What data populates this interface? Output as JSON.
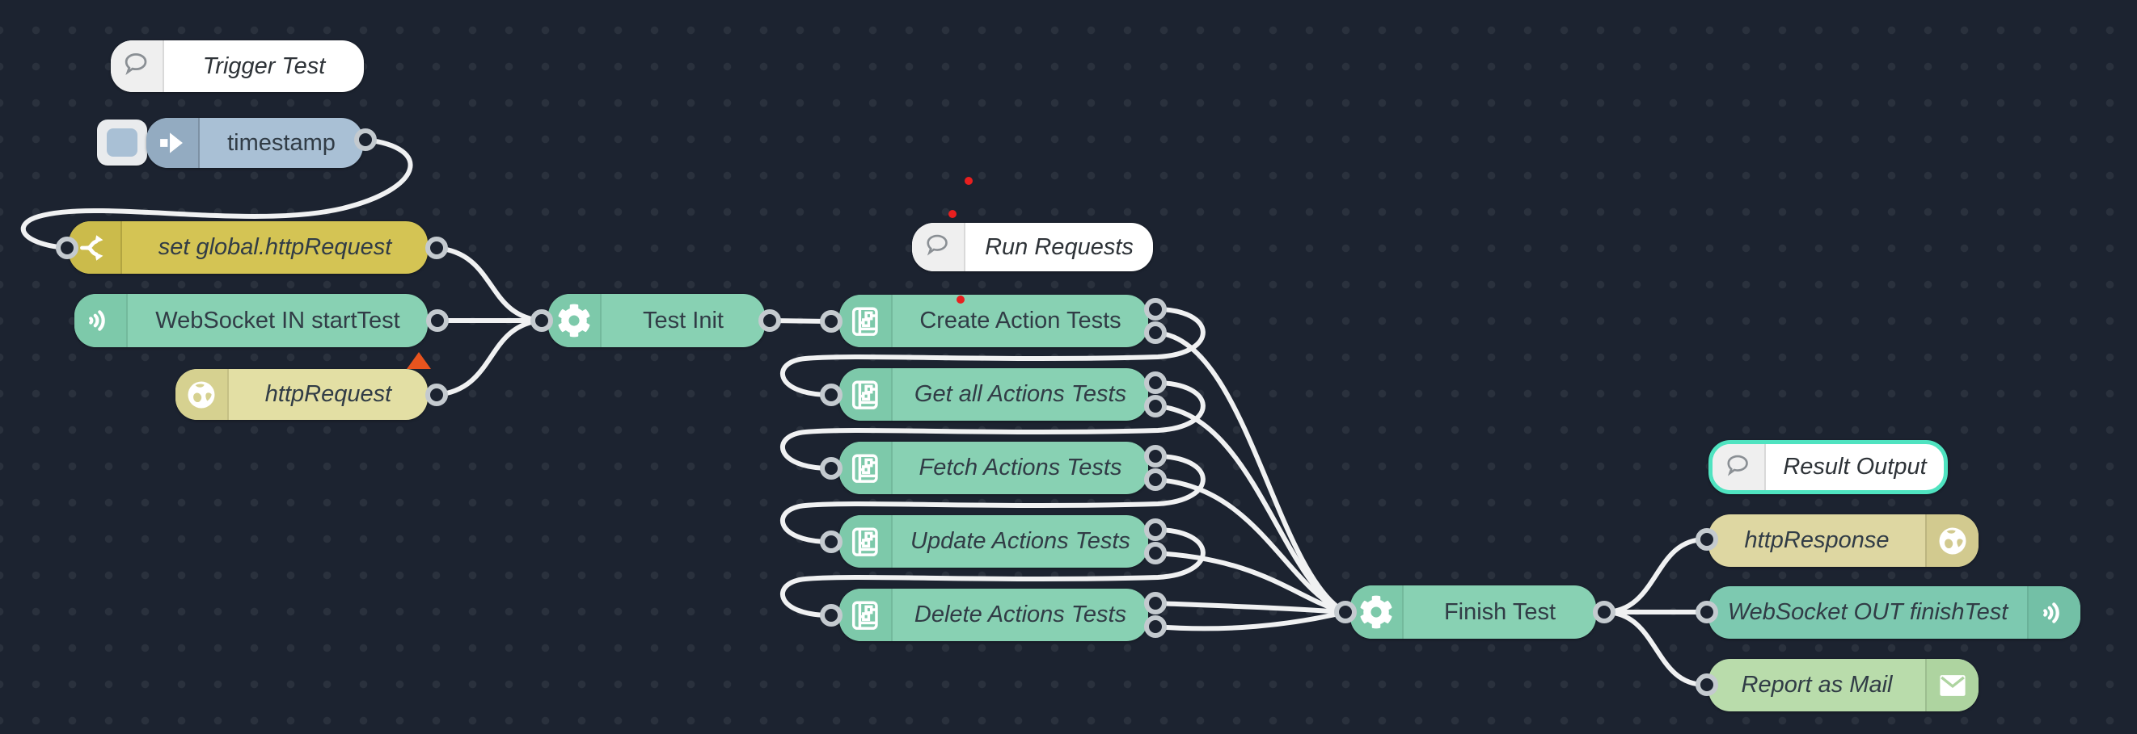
{
  "app": {
    "title": "Node-RED flow editor canvas"
  },
  "canvas": {
    "background_color": "#1c2330",
    "grid_dot_color": "#2a313d",
    "wire_color": "#f0f1f2",
    "port_ring_color": "#c4cacf",
    "selection_color": "#4fe3c0",
    "error_color": "#e8541e",
    "red_annotation_dot_color": "#e81f1f",
    "red_annotation_dot_count": 3
  },
  "nodes": {
    "trigger_test": {
      "label": "Trigger Test",
      "type": "comment",
      "icon": "speech-bubble-icon",
      "color": "#ffffff"
    },
    "timestamp": {
      "label": "timestamp",
      "type": "inject",
      "icon": "inject-arrow-icon",
      "color": "#a9c0d5"
    },
    "set_global_http_request": {
      "label": "set global.httpRequest",
      "type": "change",
      "icon": "change-fork-icon",
      "color": "#d4c454"
    },
    "websocket_in": {
      "label": "WebSocket IN startTest",
      "type": "websocket in",
      "icon": "broadcast-icon",
      "color": "#88d1b3"
    },
    "http_request": {
      "label": "httpRequest",
      "type": "http request",
      "icon": "globe-icon",
      "color": "#e3dfa4",
      "has_error_indicator": true
    },
    "test_init": {
      "label": "Test Init",
      "type": "function",
      "icon": "gear-icon",
      "color": "#88d1b3"
    },
    "run_requests": {
      "label": "Run Requests",
      "type": "comment",
      "icon": "speech-bubble-icon",
      "color": "#ffffff"
    },
    "create_action_tests": {
      "label": "Create Action Tests",
      "type": "subflow",
      "icon": "subflow-icon",
      "color": "#88d1b3",
      "outputs": 2
    },
    "get_all_actions_tests": {
      "label": "Get all Actions Tests",
      "type": "subflow",
      "icon": "subflow-icon",
      "color": "#88d1b3",
      "outputs": 2
    },
    "fetch_actions_tests": {
      "label": "Fetch Actions Tests",
      "type": "subflow",
      "icon": "subflow-icon",
      "color": "#88d1b3",
      "outputs": 2
    },
    "update_actions_tests": {
      "label": "Update Actions Tests",
      "type": "subflow",
      "icon": "subflow-icon",
      "color": "#88d1b3",
      "outputs": 2
    },
    "delete_actions_tests": {
      "label": "Delete Actions Tests",
      "type": "subflow",
      "icon": "subflow-icon",
      "color": "#88d1b3",
      "outputs": 2
    },
    "finish_test": {
      "label": "Finish Test",
      "type": "function",
      "icon": "gear-icon",
      "color": "#88d1b3"
    },
    "result_output": {
      "label": "Result Output",
      "type": "comment",
      "icon": "speech-bubble-icon",
      "color": "#ffffff",
      "selected": true
    },
    "http_response": {
      "label": "httpResponse",
      "type": "http response",
      "icon": "globe-icon",
      "color": "#ded7a2"
    },
    "websocket_out": {
      "label": "WebSocket OUT finishTest",
      "type": "websocket out",
      "icon": "broadcast-icon",
      "color": "#7dc9b0"
    },
    "report_as_mail": {
      "label": "Report as Mail",
      "type": "email",
      "icon": "mail-icon",
      "color": "#b9dcab"
    }
  }
}
